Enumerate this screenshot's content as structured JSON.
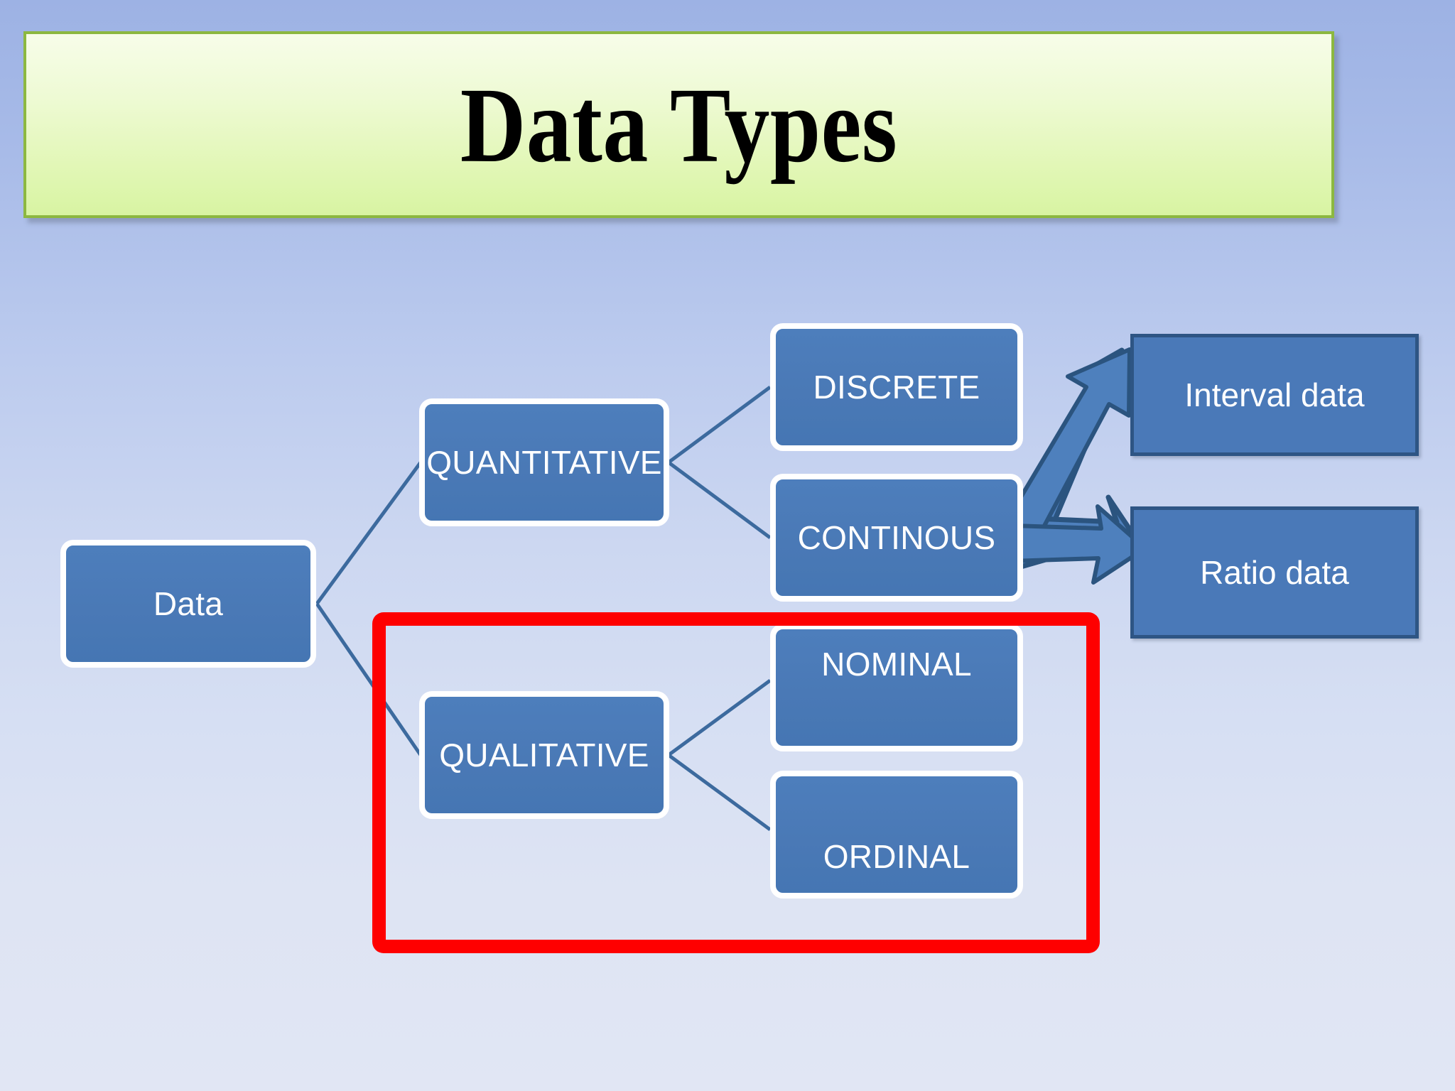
{
  "slide": {
    "title": "Data Types",
    "background_top_color": "#9db2e4",
    "background_bottom_color": "#e1e6f4",
    "title_border_color": "#8cb840",
    "title_fill_top": "#f7fde9",
    "title_fill_bottom": "#d8f4a2"
  },
  "diagram": {
    "node_fill_color": "#4a79b6",
    "node_border_color": "#ffffff",
    "square_node_border_color": "#2e5584",
    "connector_color": "#3c6a9e",
    "arrow_fill_color": "#4e80bd",
    "arrow_stroke_color": "#2b547f",
    "highlight_color": "#fe0000",
    "nodes": [
      {
        "id": "data",
        "label": "Data"
      },
      {
        "id": "quantitative",
        "label": "QUANTITATIVE"
      },
      {
        "id": "qualitative",
        "label": "QUALITATIVE"
      },
      {
        "id": "discrete",
        "label": "DISCRETE"
      },
      {
        "id": "continous",
        "label": "CONTINOUS"
      },
      {
        "id": "nominal",
        "label": "NOMINAL"
      },
      {
        "id": "ordinal",
        "label": "ORDINAL"
      },
      {
        "id": "interval",
        "label": "Interval data"
      },
      {
        "id": "ratio",
        "label": "Ratio data"
      }
    ],
    "edges": [
      {
        "from": "data",
        "to": "quantitative"
      },
      {
        "from": "data",
        "to": "qualitative"
      },
      {
        "from": "quantitative",
        "to": "discrete"
      },
      {
        "from": "quantitative",
        "to": "continous"
      },
      {
        "from": "qualitative",
        "to": "nominal"
      },
      {
        "from": "qualitative",
        "to": "ordinal"
      },
      {
        "from": "continous",
        "to": "interval",
        "style": "block-arrow"
      },
      {
        "from": "continous",
        "to": "ratio",
        "style": "block-arrow"
      }
    ],
    "highlight": {
      "label": "qualitative-branch-highlight",
      "encloses": [
        "qualitative",
        "nominal",
        "ordinal"
      ]
    }
  }
}
